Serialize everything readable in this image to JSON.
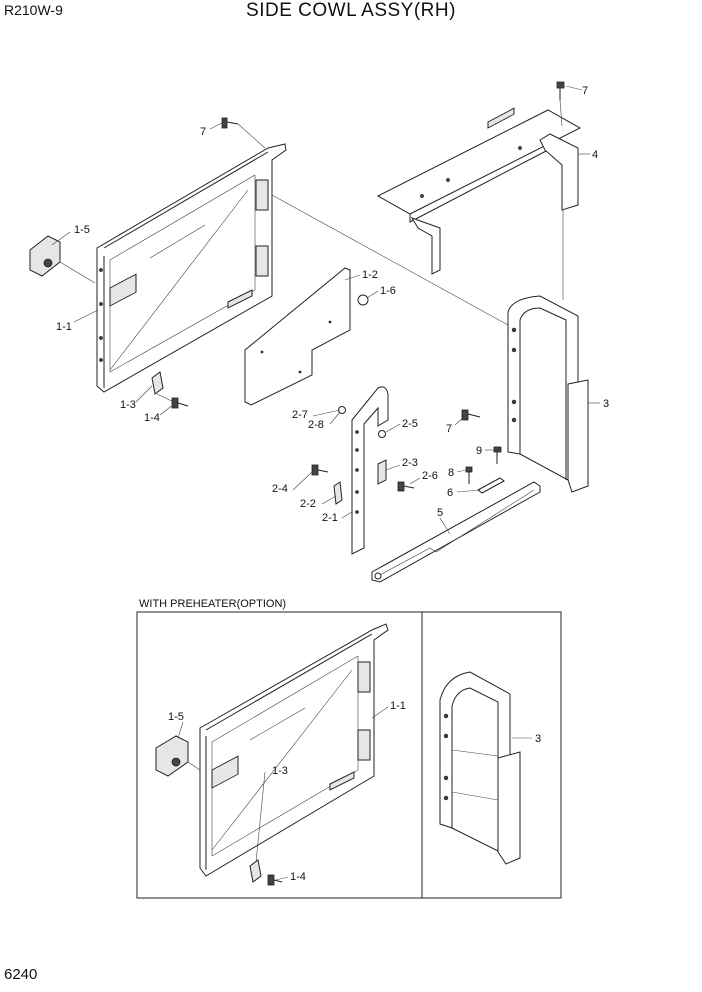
{
  "header": {
    "model": "R210W-9",
    "title": "SIDE COWL ASSY(RH)"
  },
  "footer": {
    "page_number": "6240"
  },
  "option_box": {
    "label": "WITH PREHEATER(OPTION)"
  },
  "callouts": {
    "main": {
      "c1_5": "1-5",
      "c1_1": "1-1",
      "c1_3": "1-3",
      "c1_4": "1-4",
      "c7_cowl": "7",
      "c1_2": "1-2",
      "c1_6": "1-6",
      "c7_bracket": "7",
      "c4": "4",
      "c3": "3",
      "c7_mid": "7",
      "c9": "9",
      "c8": "8",
      "c6": "6",
      "c5": "5",
      "c2_7": "2-7",
      "c2_8": "2-8",
      "c2_5": "2-5",
      "c2_3": "2-3",
      "c2_6": "2-6",
      "c2_4": "2-4",
      "c2_2": "2-2",
      "c2_1": "2-1"
    },
    "option": {
      "c1_5": "1-5",
      "c1_1": "1-1",
      "c1_3": "1-3",
      "c1_4": "1-4",
      "c3": "3"
    }
  }
}
